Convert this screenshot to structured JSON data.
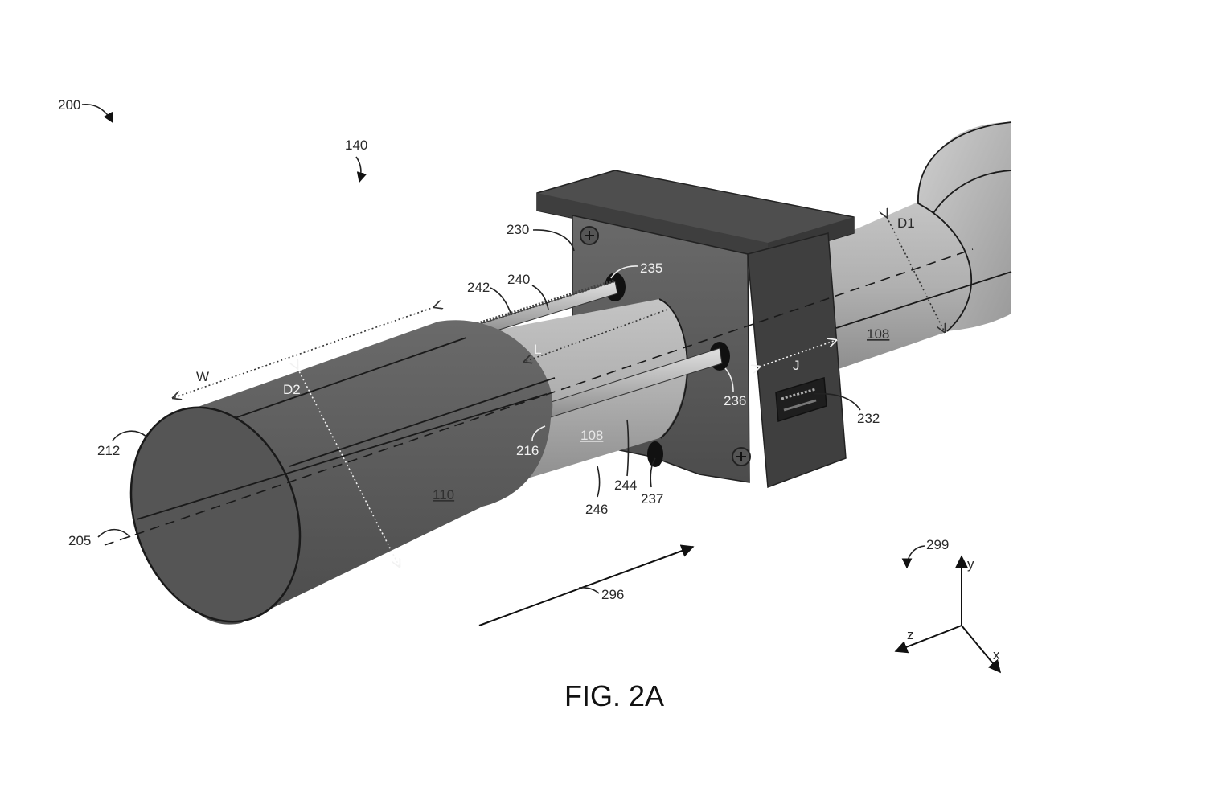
{
  "figure": {
    "caption": "FIG. 2A",
    "reference_numerals": {
      "assembly": "200",
      "system": "140",
      "axis": "205",
      "end_212": "212",
      "edge_216": "216",
      "bracket": "230",
      "connector": "232",
      "hole_235": "235",
      "hole_236": "236",
      "hole_237": "237",
      "rod": "240",
      "thread": "242",
      "rod_244": "244",
      "rail_246": "246",
      "direction": "296",
      "coordinate_system": "299"
    },
    "part_labels": {
      "inner_tube_right": "108",
      "inner_tube_mid": "108",
      "outer_sleeve": "110"
    },
    "dimension_labels": {
      "width": "W",
      "outer_diameter": "D2",
      "inner_diameter": "D1",
      "length": "L",
      "gap": "J"
    },
    "axes_labels": {
      "x": "x",
      "y": "y",
      "z": "z"
    }
  }
}
